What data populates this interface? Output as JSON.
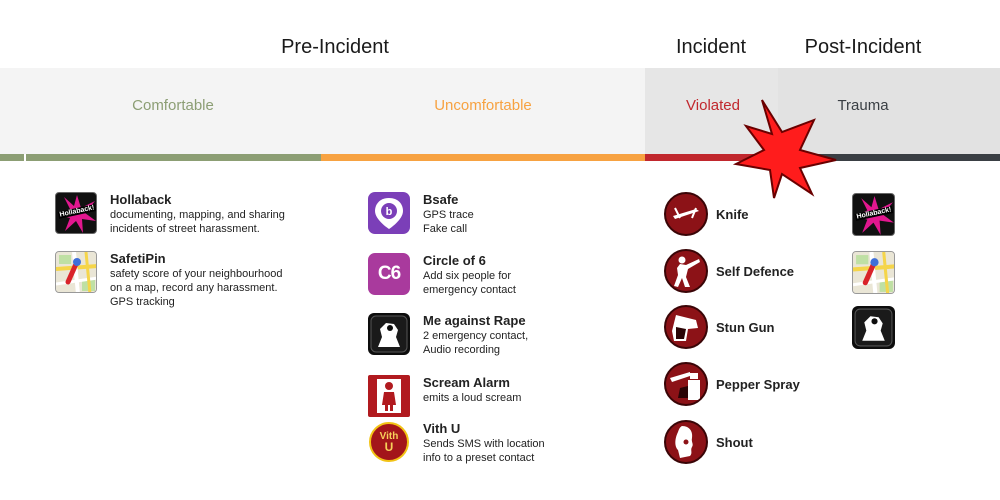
{
  "phases": {
    "pre": "Pre-Incident",
    "incident": "Incident",
    "post": "Post-Incident"
  },
  "stages": [
    {
      "label": "Comfortable",
      "color": "#8c9e74"
    },
    {
      "label": "Uncomfortable",
      "color": "#f7a241"
    },
    {
      "label": "Violated",
      "color": "#c1272d"
    },
    {
      "label": "Trauma",
      "color": "#3a3f44"
    }
  ],
  "pre_comfortable_apps": [
    {
      "name": "Hollaback",
      "desc": [
        "documenting, mapping, and sharing",
        "incidents of street harassment."
      ],
      "icon": "hollaback-icon"
    },
    {
      "name": "SafetiPin",
      "desc": [
        "safety score of your neighbourhood",
        "on a map, record any harassment.",
        "GPS tracking"
      ],
      "icon": "map-pin-icon"
    }
  ],
  "pre_uncomfortable_apps": [
    {
      "name": "Bsafe",
      "desc": [
        "GPS trace",
        "Fake call"
      ],
      "icon": "bsafe-icon"
    },
    {
      "name": "Circle of 6",
      "desc": [
        "Add six people for",
        "emergency contact"
      ],
      "icon": "circle-of-6-icon"
    },
    {
      "name": "Me against Rape",
      "desc": [
        "2 emergency contact,",
        "Audio recording"
      ],
      "icon": "me-against-rape-icon"
    },
    {
      "name": "Scream Alarm",
      "desc": [
        "emits a loud scream"
      ],
      "icon": "scream-alarm-icon"
    },
    {
      "name": "Vith U",
      "desc": [
        "Sends SMS with location",
        "info to a preset contact"
      ],
      "icon": "vith-u-icon"
    }
  ],
  "incident_tools": [
    {
      "name": "Knife",
      "icon": "knife-icon"
    },
    {
      "name": "Self Defence",
      "icon": "martial-arts-icon"
    },
    {
      "name": "Stun Gun",
      "icon": "stun-gun-icon"
    },
    {
      "name": "Pepper Spray",
      "icon": "pepper-spray-icon"
    },
    {
      "name": "Shout",
      "icon": "shout-icon"
    }
  ],
  "icon_text": {
    "hollaback": "Hollaback!",
    "circle6": "C6",
    "vith": "Vith",
    "vith_u": "U"
  },
  "post_icons": [
    "hollaback-icon",
    "map-pin-icon",
    "me-against-rape-icon"
  ]
}
